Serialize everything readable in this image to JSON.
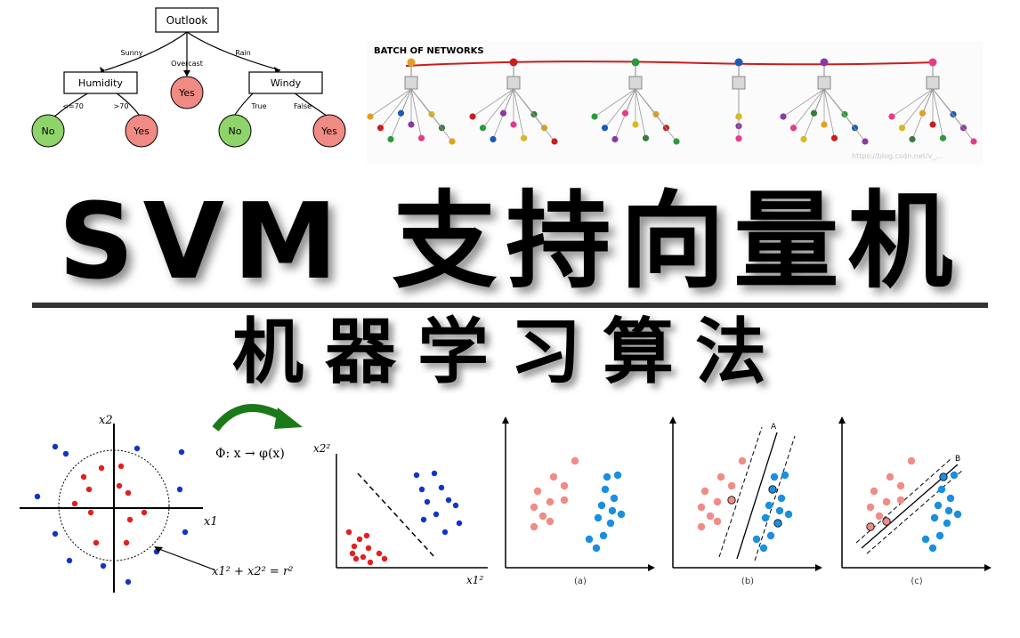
{
  "tree": {
    "root": "Outlook",
    "branches": [
      "Sunny",
      "Overcast",
      "Rain"
    ],
    "nodes": [
      "Humidity",
      "Yes",
      "Windy"
    ],
    "humidity_branches": [
      "<=70",
      ">70"
    ],
    "windy_branches": [
      "True",
      "False"
    ],
    "leaves": [
      "No",
      "Yes",
      "No",
      "Yes"
    ]
  },
  "networks": {
    "title": "BATCH OF NETWORKS",
    "watermark": "https://blog.csdn.net/v_..."
  },
  "title": {
    "latin": "SVM",
    "cjk": "支持向量机"
  },
  "subtitle": "机器学习算法",
  "kernel": {
    "y_label": "x2",
    "x_label": "x1",
    "circle_eq": "x1² + x2² = r²",
    "phi": "Φ:  x → φ(x)",
    "mapped_y": "x2²",
    "mapped_x": "x1²"
  },
  "panels": {
    "a": "(a)",
    "b": "(b)",
    "c": "(c)",
    "line_a": "A",
    "line_b": "B"
  },
  "colors": {
    "leaf_no": "#8fd46a",
    "leaf_yes": "#f08a84",
    "red_point": "#e31e1e",
    "blue_point": "#1433c8",
    "pink_point": "#f28b86",
    "cyan_point": "#1a8fe0",
    "arrow_green": "#1a7a1a",
    "net_red_line": "#c81e1e"
  }
}
